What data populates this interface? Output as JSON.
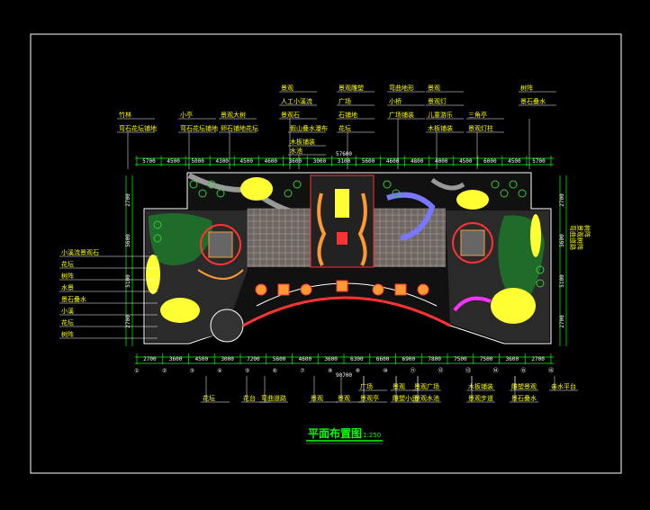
{
  "drawing": {
    "title": "平面布置图",
    "scale": "1:250",
    "colors": {
      "background": "#000000",
      "frame": "#ffffff",
      "dimension": "#00ff00",
      "label": "#ffff00",
      "leader": "#ffffff",
      "hardscape": "#7a6f6a",
      "planting": "#1f6b2a",
      "bright_plant": "#ffff33",
      "water": "#7777ff",
      "accent_red": "#ff3333",
      "accent_magenta": "#ff33ff",
      "orange": "#ff9933"
    }
  },
  "labels": {
    "top": [
      "竹林",
      "弯石花坛铺地",
      "小亭",
      "弯石花坛铺地",
      "景观大树",
      "卵石铺地花坛",
      "景观",
      "人工小溪流",
      "景观石",
      "假山叠水瀑布",
      "木板铺装",
      "水池",
      "景观雕塑",
      "广场",
      "石铺地",
      "花坛",
      "弯曲地形",
      "小桥",
      "广场铺装",
      "景观",
      "景观灯",
      "儿童游乐",
      "木板铺装",
      "三角亭",
      "景观灯柱",
      "树阵",
      "景石叠水"
    ],
    "left": [
      "小溪流景观石",
      "花坛",
      "树阵",
      "水景",
      "景石叠水",
      "小溪",
      "花坛",
      "树阵"
    ],
    "bottom": [
      "花坛",
      "花台",
      "弯曲道路",
      "景观",
      "景观",
      "广场",
      "景观亭",
      "景观",
      "雕塑小品",
      "景观广场",
      "景观水池",
      "木板铺装",
      "景观步道",
      "雕塑景观",
      "景石叠水",
      "亲水平台"
    ],
    "right": [
      "弯曲道路",
      "景观树阵",
      "树阵"
    ]
  },
  "dimensions": {
    "top": [
      "5700",
      "4500",
      "5000",
      "4300",
      "4500",
      "4600",
      "3600",
      "3000",
      "3100",
      "5600",
      "4600",
      "4800",
      "4000",
      "4500",
      "6000",
      "4500",
      "5700"
    ],
    "top_total": "57600",
    "left": [
      "2700",
      "5600",
      "5100",
      "2700"
    ],
    "right": [
      "2700",
      "5600",
      "5100",
      "2700"
    ],
    "bottom": [
      "2700",
      "3600",
      "4500",
      "3000",
      "7200",
      "5600",
      "4600",
      "3600",
      "6300",
      "6600",
      "6900",
      "7800",
      "7500",
      "7500",
      "3600",
      "2700"
    ],
    "bottom_total": "90700",
    "grid_ids": [
      "①",
      "②",
      "③",
      "④",
      "⑤",
      "⑥",
      "⑦",
      "⑧",
      "⑨",
      "⑩",
      "⑪",
      "⑫",
      "⑬",
      "⑭",
      "⑮",
      "⑯"
    ]
  }
}
